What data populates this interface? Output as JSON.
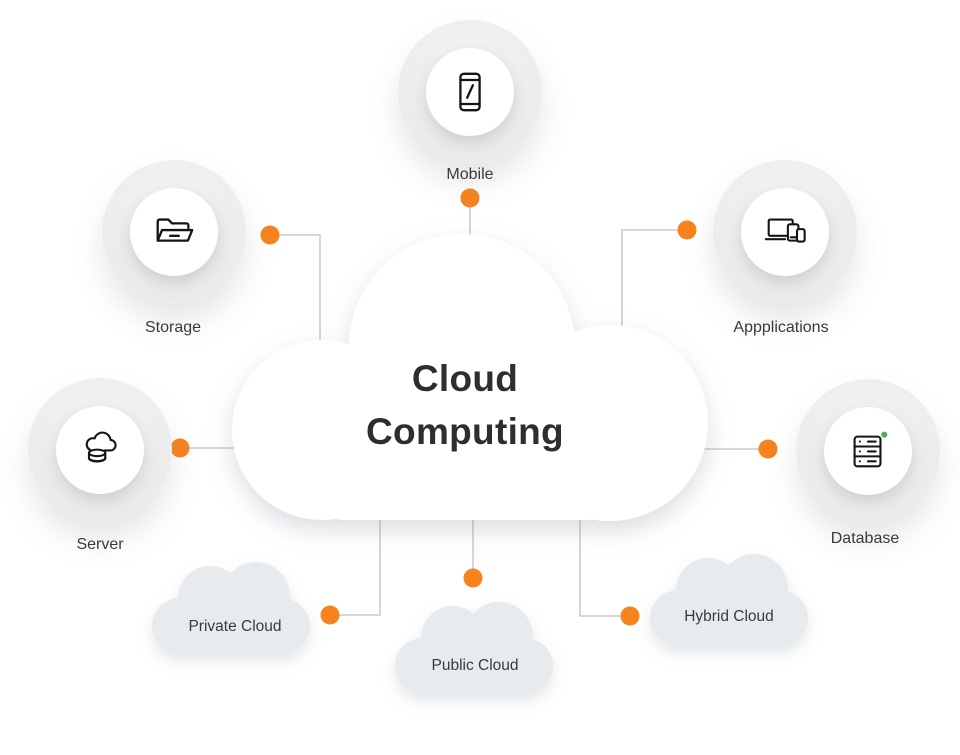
{
  "diagram": {
    "title_line1": "Cloud",
    "title_line2": "Computing"
  },
  "nodes": {
    "mobile": {
      "label": "Mobile",
      "icon": "smartphone-icon"
    },
    "storage": {
      "label": "Storage",
      "icon": "folder-icon"
    },
    "applications": {
      "label": "Appplications",
      "icon": "devices-icon"
    },
    "server": {
      "label": "Server",
      "icon": "cloud-server-icon"
    },
    "database": {
      "label": "Database",
      "icon": "server-rack-icon"
    }
  },
  "clouds": {
    "private": {
      "label": "Private Cloud"
    },
    "public": {
      "label": "Public Cloud"
    },
    "hybrid": {
      "label": "Hybrid Cloud"
    }
  },
  "colors": {
    "accent_orange": "#F6831E",
    "connector_line": "#C9CBCD",
    "small_cloud_fill": "#E8EBED",
    "central_cloud_fill": "#FFFFFF",
    "title_text": "#2E2E2E",
    "label_text": "#3A3A3A",
    "icon_stroke": "#151515",
    "status_green": "#4CAF50"
  }
}
